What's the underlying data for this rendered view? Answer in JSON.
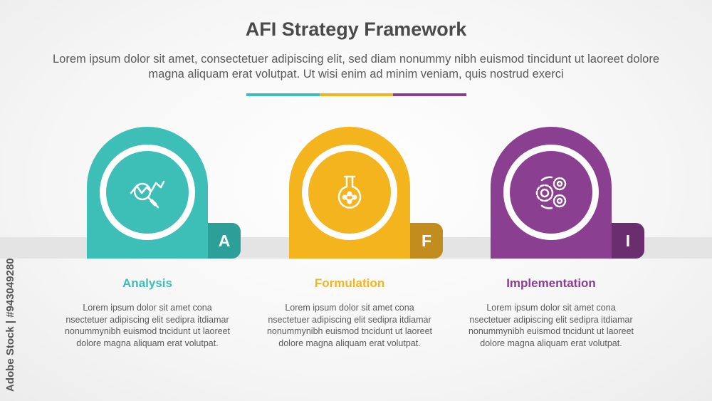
{
  "header": {
    "title": "AFI Strategy Framework",
    "subtitle": "Lorem ipsum dolor sit amet, consectetuer adipiscing elit, sed diam nonummy nibh euismod tincidunt ut laoreet dolore magna aliquam erat volutpat. Ut wisi enim ad minim veniam, quis nostrud exerci"
  },
  "colors": {
    "teal": "#3dbfb8",
    "teal_dark": "#2b9f98",
    "yellow": "#f4b41d",
    "yellow_dark": "#c28c1e",
    "purple": "#8b3f91",
    "purple_dark": "#6a2e6f"
  },
  "stages": [
    {
      "letter": "A",
      "label": "Analysis",
      "icon": "magnifier-chart-icon",
      "description": "Lorem ipsum dolor sit amet cona nsectetuer adipiscing elit sedipra itdiamar nonummynibh euismod tncidunt ut laoreet dolore magna aliquam erat volutpat."
    },
    {
      "letter": "F",
      "label": "Formulation",
      "icon": "flask-icon",
      "description": "Lorem ipsum dolor sit amet cona nsectetuer adipiscing elit sedipra itdiamar nonummynibh euismod tncidunt ut laoreet dolore magna aliquam erat volutpat."
    },
    {
      "letter": "I",
      "label": "Implementation",
      "icon": "gears-icon",
      "description": "Lorem ipsum dolor sit amet cona nsectetuer adipiscing elit sedipra itdiamar nonummynibh euismod tncidunt ut laoreet dolore magna aliquam erat volutpat."
    }
  ],
  "watermark": "Adobe Stock | #943049280"
}
